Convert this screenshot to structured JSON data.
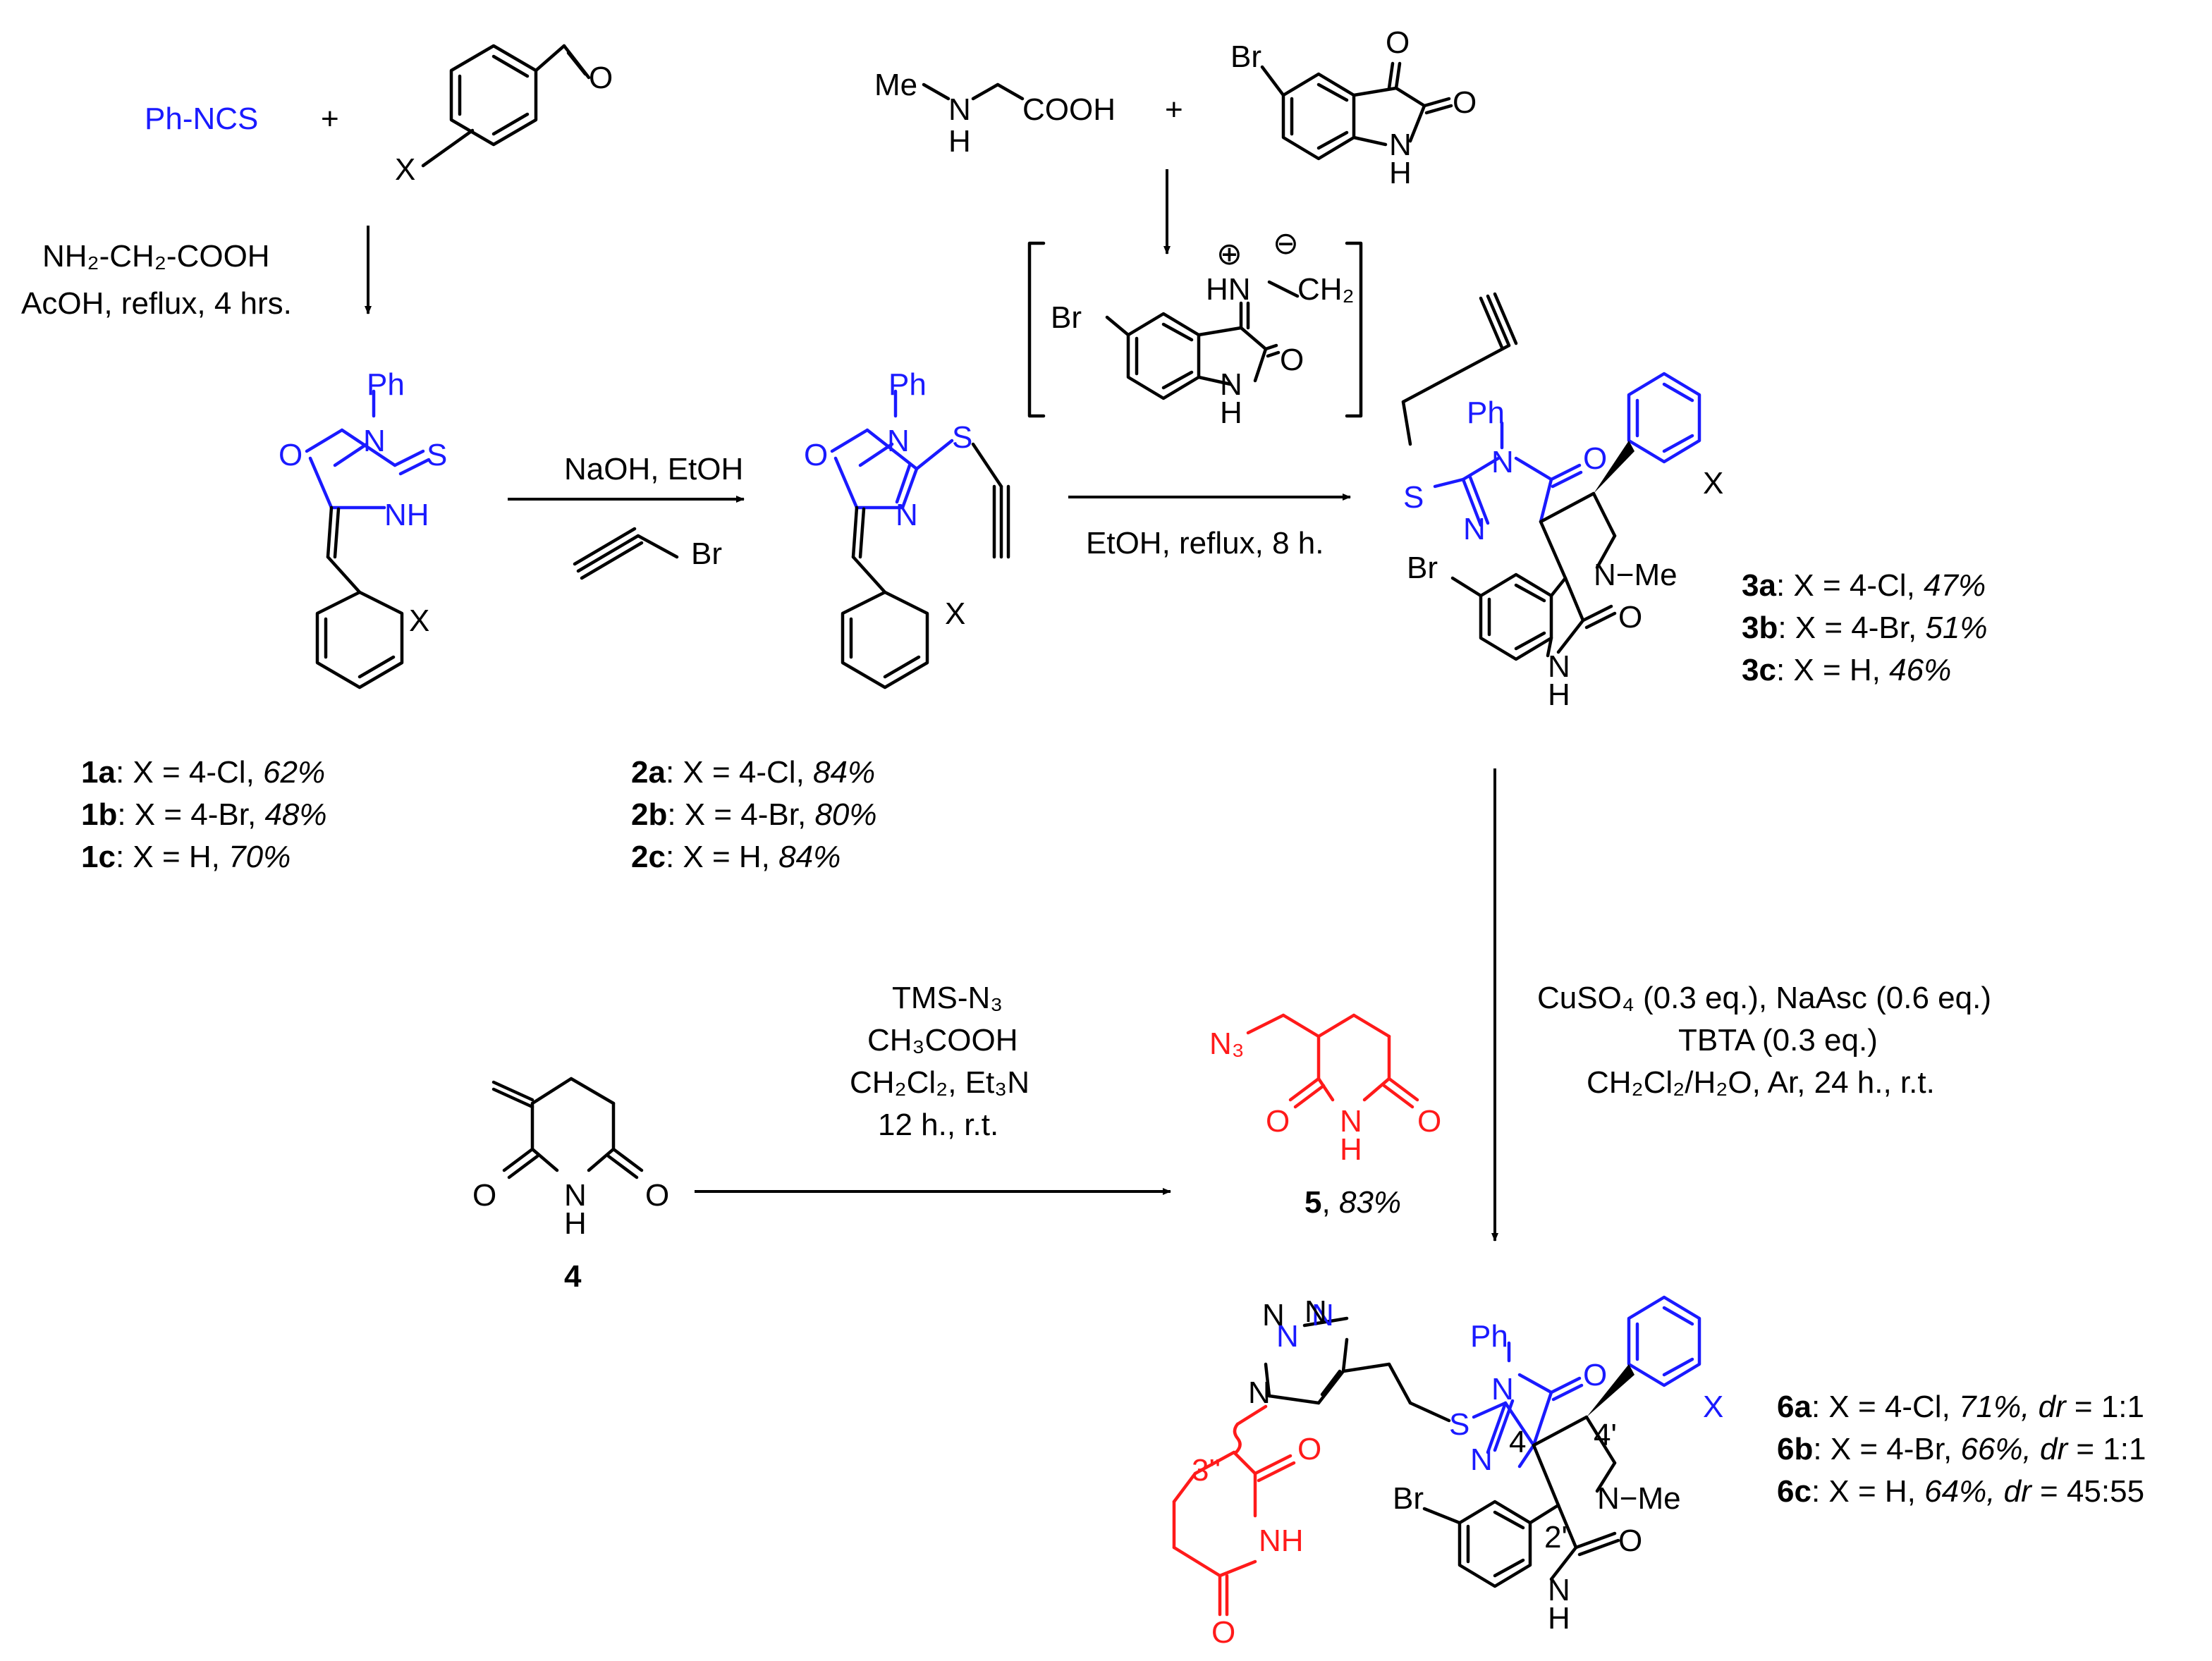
{
  "reagents": {
    "ph_ncs": "Ph-NCS",
    "plus": "+",
    "sarcosine_me": "Me",
    "sarcosine_n": "N",
    "sarcosine_h": "H",
    "sarcosine_cooh": "COOH",
    "isatin_br": "Br",
    "isatin_o": "O",
    "isatin_nh_n": "N",
    "isatin_nh_h": "H",
    "aldehyde_o": "O",
    "aldehyde_x": "X"
  },
  "step1": {
    "line1": "NH₂-CH₂-COOH",
    "line2": "AcOH, reflux, 4 hrs."
  },
  "step2": {
    "line1": "NaOH, EtOH",
    "bromide": "Br"
  },
  "step3": {
    "line1": "EtOH, reflux, 8 h."
  },
  "ylide": {
    "br": "Br",
    "hn": "HN",
    "ch2": "CH₂",
    "o": "O",
    "n": "N",
    "h": "H",
    "plus": "⊕",
    "minus": "⊖"
  },
  "compound1": {
    "ph": "Ph",
    "o": "O",
    "n": "N",
    "s": "S",
    "nh": "NH",
    "x": "X",
    "labels": [
      {
        "id": "1a",
        "text": ": X = 4-Cl, ",
        "yield": "62%"
      },
      {
        "id": "1b",
        "text": ": X = 4-Br, ",
        "yield": "48%"
      },
      {
        "id": "1c",
        "text": ": X = H, ",
        "yield": "70%"
      }
    ]
  },
  "compound2": {
    "ph": "Ph",
    "o": "O",
    "n": "N",
    "s": "S",
    "x": "X",
    "labels": [
      {
        "id": "2a",
        "text": ": X = 4-Cl, ",
        "yield": "84%"
      },
      {
        "id": "2b",
        "text": ": X = 4-Br, ",
        "yield": "80%"
      },
      {
        "id": "2c",
        "text": ": X = H, ",
        "yield": "84%"
      }
    ]
  },
  "compound3": {
    "ph": "Ph",
    "n": "N",
    "o": "O",
    "s": "S",
    "br": "Br",
    "nme": "N−Me",
    "x": "X",
    "nh_n": "N",
    "nh_h": "H",
    "labels": [
      {
        "id": "3a",
        "text": ": X = 4-Cl, ",
        "yield": "47%"
      },
      {
        "id": "3b",
        "text": ": X = 4-Br, ",
        "yield": "51%"
      },
      {
        "id": "3c",
        "text": ": X = H, ",
        "yield": "46%"
      }
    ]
  },
  "step4": {
    "line1": "TMS-N₃",
    "line2": "CH₃COOH",
    "line3": "CH₂Cl₂, Et₃N",
    "line4": "12 h., r.t."
  },
  "step5": {
    "line1": "CuSO₄ (0.3 eq.), NaAsc (0.6 eq.)",
    "line2": "TBTA (0.3 eq.)",
    "line3": "CH₂Cl₂/H₂O, Ar, 24 h., r.t."
  },
  "compound4": {
    "o1": "O",
    "o2": "O",
    "n": "N",
    "h": "H",
    "label": "4"
  },
  "compound5": {
    "n3": "N₃",
    "o1": "O",
    "o2": "O",
    "n": "N",
    "h": "H",
    "label_id": "5",
    "label_yield": "83%"
  },
  "compound6": {
    "n1": "N",
    "n2": "N",
    "n3": "N",
    "ph": "Ph",
    "n": "N",
    "o": "O",
    "s": "S",
    "x": "X",
    "br": "Br",
    "nme": "N−Me",
    "nh_n": "N",
    "nh_h": "H",
    "pos_4": "4",
    "pos_4p": "4'",
    "pos_2p": "2'",
    "pos_3pp": "3''",
    "glut_o1": "O",
    "glut_o2": "O",
    "glut_nh": "NH",
    "labels": [
      {
        "id": "6a",
        "text": ": X = 4-Cl, ",
        "yield": "71%,",
        "dr": "dr",
        "ratio": " = 1:1"
      },
      {
        "id": "6b",
        "text": ": X = 4-Br, ",
        "yield": "66%,",
        "dr": "dr",
        "ratio": " = 1:1"
      },
      {
        "id": "6c",
        "text": ": X = H, ",
        "yield": "64%,",
        "dr": "dr",
        "ratio": " = 45:55"
      }
    ]
  }
}
